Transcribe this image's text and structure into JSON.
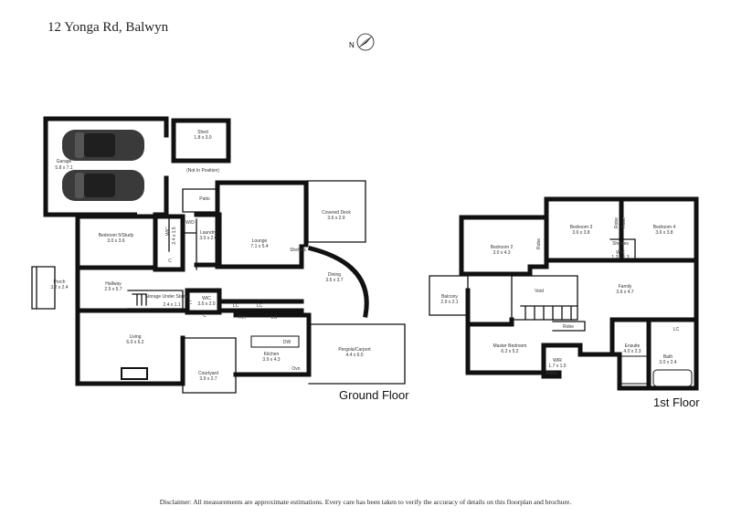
{
  "title": "12 Yonga Rd, Balwyn",
  "north_label": "N",
  "floors": {
    "ground": "Ground Floor",
    "first": "1st Floor"
  },
  "disclaimer": "Disclaimer: All measurements are approximate estimations. Every care has been taken to verify the accuracy of details on this floorplan and brochure.",
  "rooms": {
    "garage": {
      "name": "Garage",
      "dims": "5.8 x 7.1"
    },
    "shed": {
      "name": "Shed",
      "dims": "1.8 x 3.0",
      "note": "(Not In Position)"
    },
    "patio": {
      "name": "Patio"
    },
    "covered_deck": {
      "name": "Covered Deck",
      "dims": "3.6 x 2.9"
    },
    "bedroom5": {
      "name": "Bedroom 5/Study",
      "dims": "3.0 x 3.6"
    },
    "wic_bed5": {
      "name": "WIC",
      "dims": "2.4 x 1.5"
    },
    "laundry": {
      "name": "Laundry",
      "dims": "3.0 x 2.0"
    },
    "wd": {
      "name": "W/D"
    },
    "lounge": {
      "name": "Lounge",
      "dims": "7.1 x 5.4"
    },
    "shelves_gf": {
      "name": "Shelves"
    },
    "porch": {
      "name": "Porch",
      "dims": "3.2 x 2.4"
    },
    "hallway": {
      "name": "Hallway",
      "dims": "2.5 x 5.7"
    },
    "storage": {
      "name": "Storage Under Stairs",
      "dims": "2.4 x 1.1"
    },
    "wic_gf": {
      "name": "WIC",
      "dims": "3.5 x 2.0"
    },
    "dining": {
      "name": "Dining",
      "dims": "3.6 x 3.7"
    },
    "living": {
      "name": "Living",
      "dims": "6.0 x 6.2"
    },
    "kitchen": {
      "name": "Kitchen",
      "dims": "3.9 x 4.3"
    },
    "courtyard": {
      "name": "Courtyard",
      "dims": "3.9 x 2.7"
    },
    "pergola": {
      "name": "Pergola/Carport",
      "dims": "4.4 x 6.0"
    },
    "bedroom2": {
      "name": "Bedroom 2",
      "dims": "3.0 x 4.3"
    },
    "bedroom3": {
      "name": "Bedroom 3",
      "dims": "3.6 x 3.8"
    },
    "bedroom4": {
      "name": "Bedroom 4",
      "dims": "3.6 x 3.8"
    },
    "shelves_ff": {
      "name": "Shelves"
    },
    "wic_ff": {
      "name": "WIC",
      "dims": "1.3 x 1.3"
    },
    "balcony": {
      "name": "Balcony",
      "dims": "2.9 x 2.1"
    },
    "void": {
      "name": "Void"
    },
    "family": {
      "name": "Family",
      "dims": "3.6 x 4.7"
    },
    "master": {
      "name": "Master Bedroom",
      "dims": "6.2 x 5.2"
    },
    "wir": {
      "name": "WIR",
      "dims": "1.7 x 1.5"
    },
    "ensuite": {
      "name": "Ensuite",
      "dims": "4.0 x 2.3"
    },
    "bath": {
      "name": "Bath",
      "dims": "3.0 x 2.4"
    }
  },
  "fixtures": {
    "lc1": "LC",
    "lc2": "LC",
    "lc3": "LC",
    "c1": "C",
    "c2": "C",
    "c3": "C",
    "ref": "Ref",
    "dw": "DW",
    "ovn": "Ovn",
    "robe1": "Robe",
    "robe2": "Robe",
    "robe3": "Robe",
    "robe4": "Robe",
    "robe5": "Robe",
    "lc_ff": "LC"
  },
  "compass_icon": "north-arrow-icon",
  "car_icon": "car-icon"
}
